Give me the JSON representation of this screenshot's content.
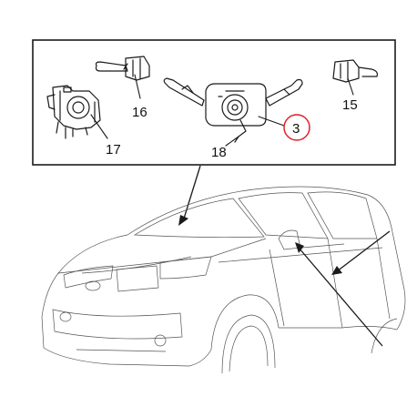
{
  "callouts": [
    {
      "id": "16",
      "label": "16"
    },
    {
      "id": "17",
      "label": "17"
    },
    {
      "id": "18",
      "label": "18"
    },
    {
      "id": "3",
      "label": "3"
    },
    {
      "id": "15",
      "label": "15"
    }
  ],
  "highlight": {
    "target": "3",
    "color": "#e0202a"
  },
  "colors": {
    "ink": "#1a1a1a",
    "car_line": "#555555",
    "background": "#ffffff"
  }
}
